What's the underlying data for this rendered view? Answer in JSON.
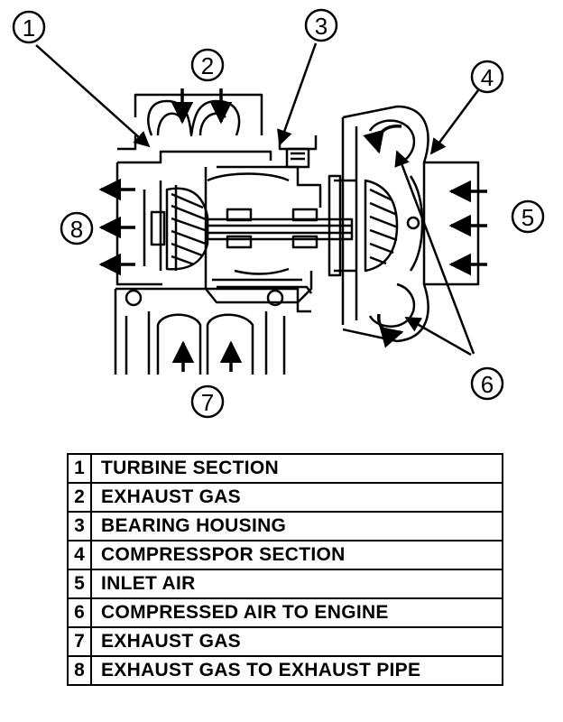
{
  "callouts": [
    "1",
    "2",
    "3",
    "4",
    "5",
    "6",
    "7",
    "8"
  ],
  "legend": [
    {
      "num": "1",
      "label": "TURBINE SECTION"
    },
    {
      "num": "2",
      "label": "EXHAUST GAS"
    },
    {
      "num": "3",
      "label": "BEARING HOUSING"
    },
    {
      "num": "4",
      "label": "COMPRESSPOR SECTION"
    },
    {
      "num": "5",
      "label": "INLET AIR"
    },
    {
      "num": "6",
      "label": "COMPRESSED AIR TO ENGINE"
    },
    {
      "num": "7",
      "label": "EXHAUST GAS"
    },
    {
      "num": "8",
      "label": "EXHAUST GAS TO EXHAUST PIPE"
    }
  ],
  "colors": {
    "ink": "#000000",
    "paper": "#ffffff"
  }
}
